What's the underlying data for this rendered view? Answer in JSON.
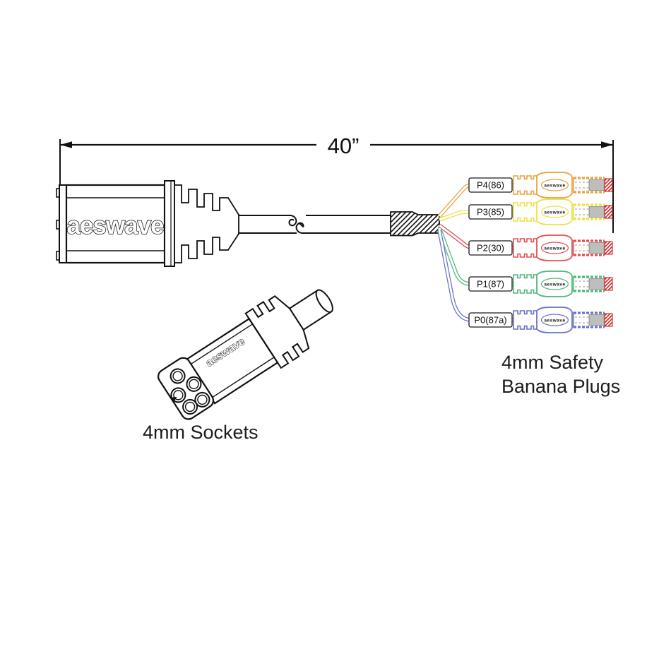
{
  "brand": "aeswave",
  "dimension_label": "40”",
  "labels": {
    "sockets": "4mm Sockets",
    "banana_line1": "4mm Safety",
    "banana_line2": "Banana Plugs"
  },
  "colors": {
    "outline": "#111111",
    "tip_red": "#D93131",
    "spring_gray": "#777777",
    "orange": "#E8A33C",
    "yellow": "#EEDF44",
    "red": "#E05050",
    "green": "#4FB878",
    "blue": "#6673C6"
  },
  "connector": {
    "brand": "aeswave"
  },
  "socket_connector": {
    "brand": "aeswave"
  },
  "plugs": [
    {
      "label": "P4(86)",
      "color": "#E8A33C",
      "brand": "aeswave"
    },
    {
      "label": "P3(85)",
      "color": "#EEDF44",
      "brand": "aeswave"
    },
    {
      "label": "P2(30)",
      "color": "#E05050",
      "brand": "aeswave"
    },
    {
      "label": "P1(87)",
      "color": "#4FB878",
      "brand": "aeswave"
    },
    {
      "label": "P0(87a)",
      "color": "#6673C6",
      "brand": "aeswave"
    }
  ]
}
